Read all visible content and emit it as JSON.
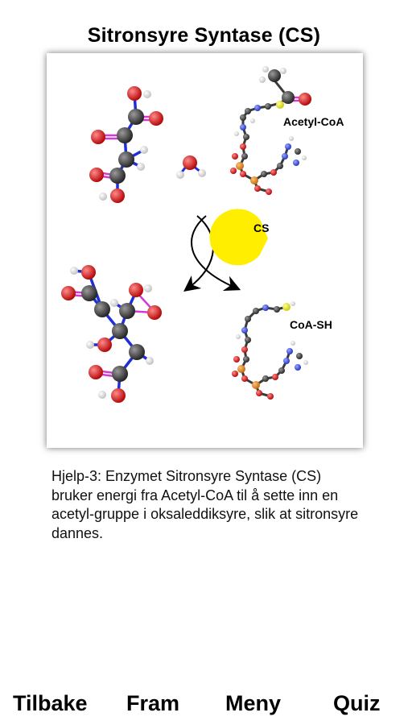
{
  "page": {
    "title": "Sitronsyre Syntase (CS)",
    "caption": "Hjelp-3: Enzymet Sitronsyre Syntase (CS) bruker energi fra Acetyl-CoA til å sette inn en acetyl-gruppe i oksaleddiksyre, slik at sitronsyre dannes."
  },
  "figure": {
    "labels": {
      "acetyl_coa": "Acetyl-CoA",
      "enzyme": "CS",
      "coa_sh": "CoA-SH"
    },
    "colors": {
      "carbon": "#3a3a3a",
      "oxygen": "#d81b1b",
      "hydrogen": "#f2f2f2",
      "bond": "#1f2fd6",
      "double_bond": "#d23bd2",
      "sulfur": "#e6e600",
      "phosphorus": "#e08a1a",
      "nitrogen": "#3b4ee8",
      "enzyme": "#ffee00"
    }
  },
  "nav": {
    "back": "Tilbake",
    "forward": "Fram",
    "menu": "Meny",
    "quiz": "Quiz"
  }
}
